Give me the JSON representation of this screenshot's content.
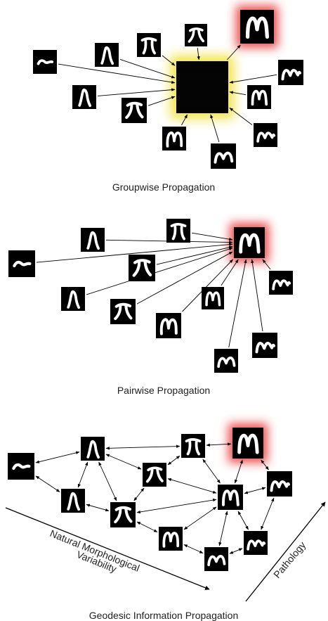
{
  "captions": {
    "groupwise": "Groupwise Propagation",
    "pairwise": "Pairwise Propagation",
    "geodesic": "Geodesic Information Propagation"
  },
  "axes": {
    "x_label_line1": "Natural Morphological",
    "x_label_line2": "Variability",
    "y_label": "Pathology"
  },
  "colors": {
    "tile": "#000000",
    "glow_target": "#e83a3a",
    "glow_average": "#f2e23a",
    "arrow": "#000000"
  },
  "panels": [
    {
      "id": "groupwise",
      "mode": "star-via-average"
    },
    {
      "id": "pairwise",
      "mode": "star-to-target"
    },
    {
      "id": "geodesic",
      "mode": "graph"
    }
  ]
}
